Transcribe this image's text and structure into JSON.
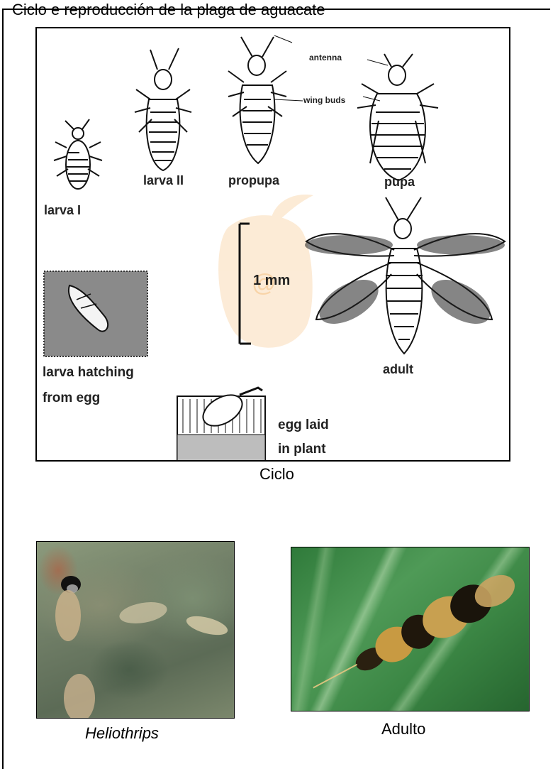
{
  "header": {
    "partial_text": "Ciclo e reproducción de la plaga de aguacate"
  },
  "diagram": {
    "labels": {
      "antenna": "antenna",
      "wing_buds": "wing buds",
      "larva_1": "larva I",
      "larva_2": "larva II",
      "propupa": "propupa",
      "pupa": "pupa",
      "scale": "1 mm",
      "adult": "adult",
      "hatch_line1": "larva hatching",
      "hatch_line2": "from egg",
      "egg_line1": "egg laid",
      "egg_line2": "in plant"
    },
    "caption": "Ciclo"
  },
  "photos": {
    "left_caption": "Heliothrips",
    "right_caption": "Adulto"
  }
}
